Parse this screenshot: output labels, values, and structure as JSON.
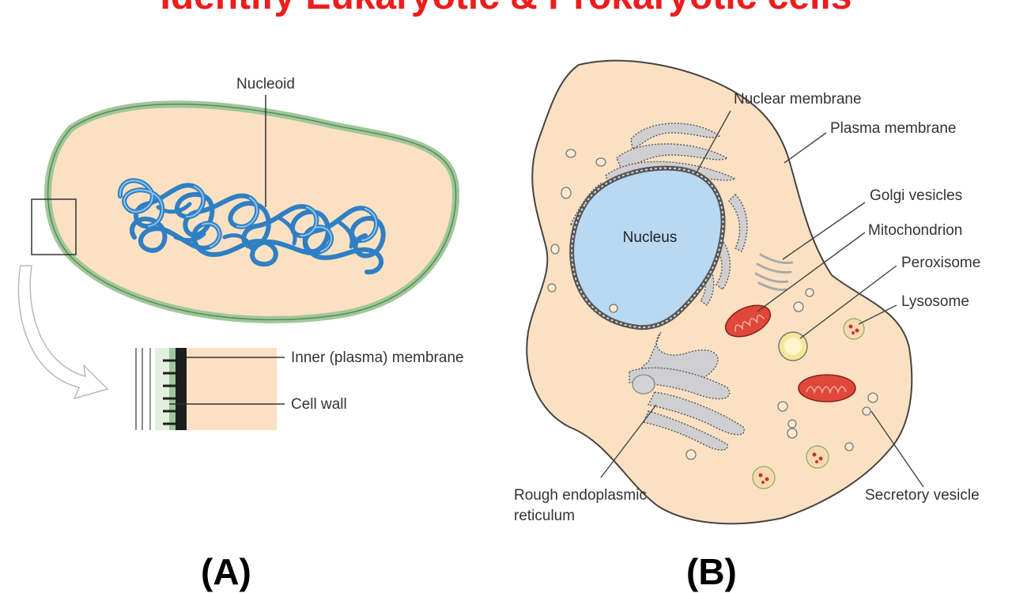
{
  "title": "Identify Eukaryotic & Prokaryotic cells",
  "panels": {
    "a": {
      "label": "(A)",
      "nucleoid": "Nucleoid",
      "inner_membrane": "Inner (plasma) membrane",
      "cell_wall": "Cell wall"
    },
    "b": {
      "label": "(B)",
      "nucleus": "Nucleus",
      "nuclear_membrane": "Nuclear membrane",
      "plasma_membrane": "Plasma membrane",
      "golgi": "Golgi vesicles",
      "mitochondrion": "Mitochondrion",
      "peroxisome": "Peroxisome",
      "lysosome": "Lysosome",
      "secretory_vesicle": "Secretory vesicle",
      "rer_line1": "Rough endoplasmic",
      "rer_line2": "reticulum"
    }
  },
  "colors": {
    "title": "#ee1c1c",
    "cytoplasm": "#fbe1c2",
    "wall_green": "#9fc79a",
    "nucleoid_blue": "#2f7fc4",
    "nucleus_fill": "#b9d8f2",
    "organelle_red": "#e0483a",
    "peroxisome_yellow": "#f5e79a",
    "er_gray": "#cfcfd2"
  }
}
